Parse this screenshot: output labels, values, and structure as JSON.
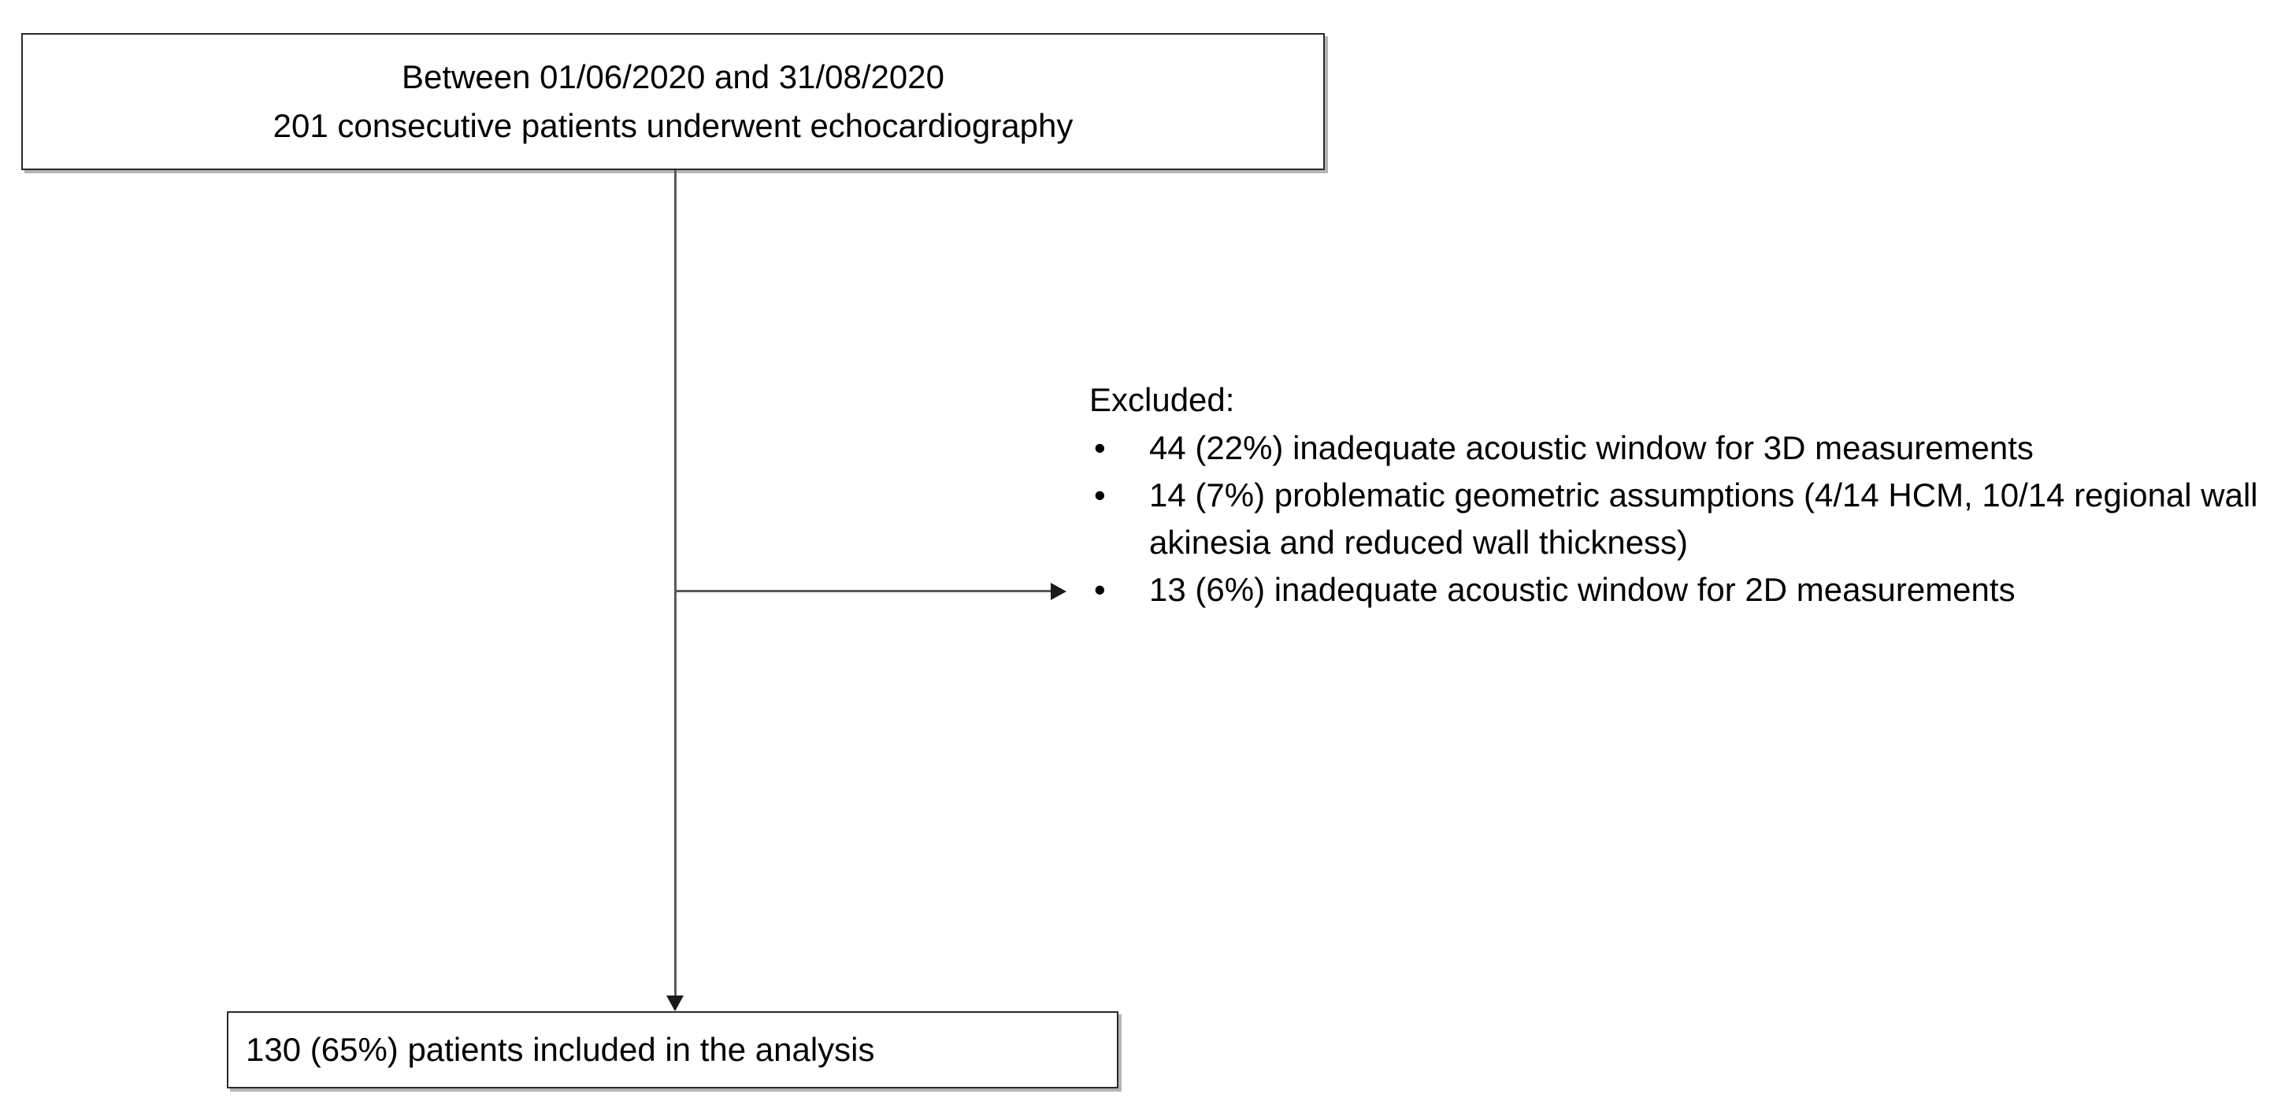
{
  "diagram": {
    "type": "patient-flow-chart",
    "top_box": {
      "lines": [
        "Between 01/06/2020 and 31/08/2020",
        "201 consecutive patients underwent echocardiography"
      ]
    },
    "excluded": {
      "heading": "Excluded:",
      "bullet_glyph": "•",
      "items": [
        "44 (22%) inadequate acoustic window for 3D measurements",
        "14 (7%) problematic geometric assumptions (4/14 HCM, 10/14 regional wall akinesia and reduced wall thickness)",
        "13 (6%) inadequate acoustic window for 2D measurements"
      ]
    },
    "bottom_box": {
      "text": "130 (65%) patients included in the analysis"
    },
    "colors": {
      "box_border": "#2a2a2a",
      "box_shadow": "#8c8c8c",
      "connector": "#595959",
      "arrowhead": "#1a1a1a",
      "text": "#000000",
      "background": "#ffffff"
    }
  }
}
